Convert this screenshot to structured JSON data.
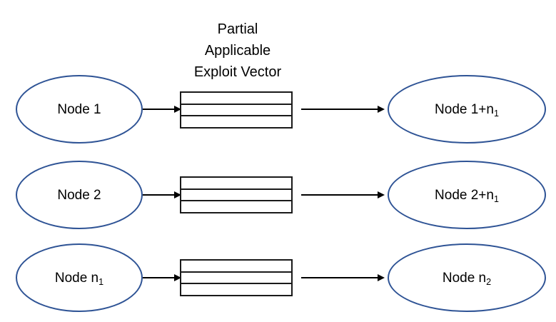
{
  "diagram": {
    "title": {
      "lines": [
        "Partial",
        "Applicable",
        "Exploit Vector"
      ],
      "line1": "Partial",
      "line2": "Applicable",
      "line3": "Exploit Vector",
      "full_text": "Partial Applicable Exploit Vector"
    },
    "colors": {
      "ellipse_border": "#2E5395",
      "ellipse_fill": "#FFFFFF",
      "box_border": "#1A1A1A",
      "box_fill": "#FFFFFF",
      "arrow": "#000000",
      "text": "#000000",
      "background": "#FFFFFF"
    },
    "vector_box": {
      "cell_count": 3,
      "cells": [
        "",
        "",
        ""
      ]
    },
    "rows": [
      {
        "source": {
          "base": "Node 1",
          "subscript": ""
        },
        "target": {
          "base": "Node 1+n",
          "subscript": "1"
        }
      },
      {
        "source": {
          "base": "Node 2",
          "subscript": ""
        },
        "target": {
          "base": "Node 2+n",
          "subscript": "1"
        }
      },
      {
        "source": {
          "base": "Node n",
          "subscript": "1"
        },
        "target": {
          "base": "Node n",
          "subscript": "2"
        }
      }
    ]
  }
}
